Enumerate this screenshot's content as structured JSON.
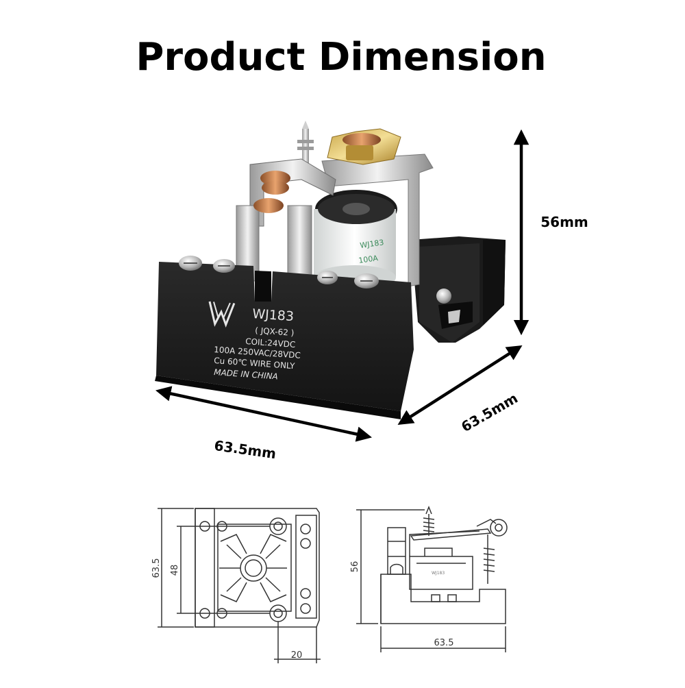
{
  "title": "Product Dimension",
  "photo_dimensions": {
    "height_label": "56mm",
    "width_label": "63.5mm",
    "depth_label": "63.5mm"
  },
  "relay_label": {
    "model": "WJ183",
    "type": "( JQX-62 )",
    "coil": "COIL:24VDC",
    "rating": "100A 250VAC/28VDC",
    "wire": "Cu 60℃  WIRE ONLY",
    "origin": "MADE  IN  CHINA",
    "coil_mark": "WJ183",
    "coil_amp": "100A"
  },
  "drawing_top_view": {
    "overall_height": "63.5",
    "hole_spacing": "48",
    "offset_width": "20"
  },
  "drawing_side_view": {
    "height": "56",
    "width": "63.5"
  },
  "colors": {
    "text": "#000000",
    "relay_body": "#1c1c1c",
    "relay_label_text": "#e6e6e6",
    "drawing_line": "#333333"
  }
}
